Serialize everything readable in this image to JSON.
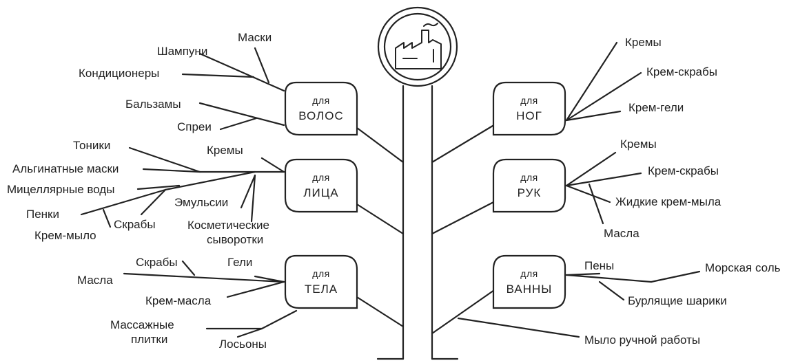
{
  "categories": {
    "hair": {
      "line1": "для",
      "line2": "ВОЛОС"
    },
    "face": {
      "line1": "для",
      "line2": "ЛИЦА"
    },
    "body": {
      "line1": "для",
      "line2": "ТЕЛА"
    },
    "feet": {
      "line1": "для",
      "line2": "НОГ"
    },
    "hands": {
      "line1": "для",
      "line2": "РУК"
    },
    "bath": {
      "line1": "для",
      "line2": "ВАННЫ"
    }
  },
  "products": {
    "hair": {
      "masks": "Маски",
      "shampoos": "Шампуни",
      "conditioners": "Кондиционеры",
      "balms": "Бальзамы",
      "sprays": "Спреи"
    },
    "face": {
      "tonics": "Тоники",
      "alginate": "Альгинатные маски",
      "micellar": "Мицеллярные воды",
      "foams": "Пенки",
      "cream_soap": "Крем-мыло",
      "scrubs": "Скрабы",
      "creams": "Кремы",
      "emulsions": "Эмульсии",
      "serums_1": "Косметические",
      "serums_2": "сыворотки"
    },
    "body": {
      "scrubs": "Скрабы",
      "gels": "Гели",
      "oils": "Масла",
      "cream_oils": "Крем-масла",
      "massage_1": "Массажные",
      "massage_2": "плитки",
      "lotions": "Лосьоны"
    },
    "feet": {
      "creams": "Кремы",
      "cream_scrubs": "Крем-скрабы",
      "cream_gels": "Крем-гели"
    },
    "hands": {
      "creams": "Кремы",
      "cream_scrubs": "Крем-скрабы",
      "liquid_soap": "Жидкие крем-мыла",
      "oils": "Масла"
    },
    "bath": {
      "foams": "Пены",
      "sea_salt": "Морская соль",
      "fizzy_balls": "Бурлящие шарики",
      "handmade_soap": "Мыло ручной работы"
    }
  },
  "icons": {
    "top": "factory-icon"
  }
}
